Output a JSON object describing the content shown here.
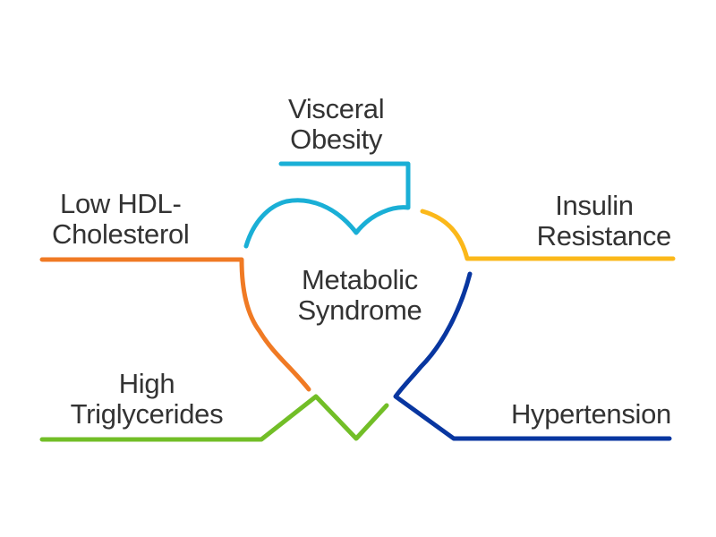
{
  "title": {
    "line1": "Metabolic",
    "line2": "Syndrome"
  },
  "components": [
    {
      "id": "visceral-obesity",
      "line1": "Visceral",
      "line2": "Obesity",
      "color": "#1AAFD6"
    },
    {
      "id": "low-hdl",
      "line1": "Low HDL-",
      "line2": "Cholesterol",
      "color": "#F07A24"
    },
    {
      "id": "insulin-resistance",
      "line1": "Insulin",
      "line2": "Resistance",
      "color": "#FBB81A"
    },
    {
      "id": "high-triglycerides",
      "line1": "High",
      "line2": "Triglycerides",
      "color": "#72BE27"
    },
    {
      "id": "hypertension",
      "line1": "Hypertension",
      "line2": "",
      "color": "#0836A0"
    }
  ]
}
